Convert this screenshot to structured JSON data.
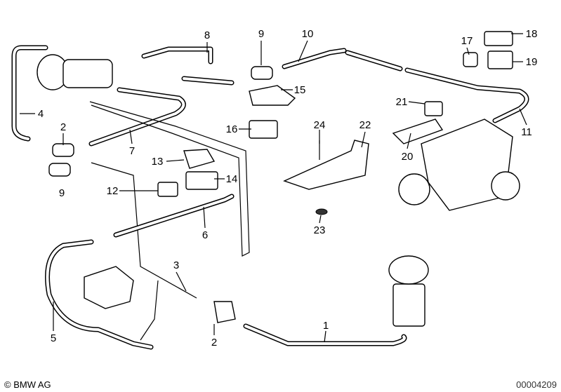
{
  "callouts": [
    "8",
    "9",
    "10",
    "17",
    "18",
    "19",
    "4",
    "2",
    "15",
    "21",
    "16",
    "24",
    "22",
    "11",
    "7",
    "20",
    "13",
    "14",
    "9",
    "12",
    "6",
    "23",
    "3",
    "1",
    "5",
    "2"
  ],
  "footer": {
    "copyright": "© BMW AG",
    "diagram_number": "00004209"
  }
}
